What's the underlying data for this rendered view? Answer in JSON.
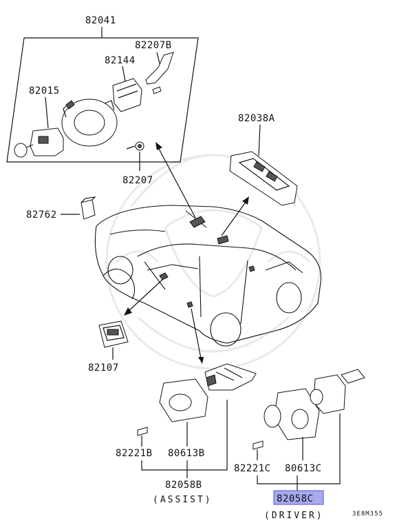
{
  "labels": {
    "p82041": "82041",
    "p82207B": "82207B",
    "p82144": "82144",
    "p82015": "82015",
    "p82038A": "82038A",
    "p82207": "82207",
    "p82762": "82762",
    "p82107": "82107",
    "p82221B": "82221B",
    "p80613B": "80613B",
    "p82058B": "82058B",
    "assist": "(ASSIST)",
    "p82221C": "82221C",
    "p80613C": "80613C",
    "p82058C": "82058C",
    "driver": "(DRIVER)",
    "drawing_code": "3E8M355"
  },
  "colors": {
    "highlight_fill": "#a9a9f0",
    "highlight_border": "#5555c8",
    "line": "#111111",
    "watermark": "#e7e7e7"
  }
}
